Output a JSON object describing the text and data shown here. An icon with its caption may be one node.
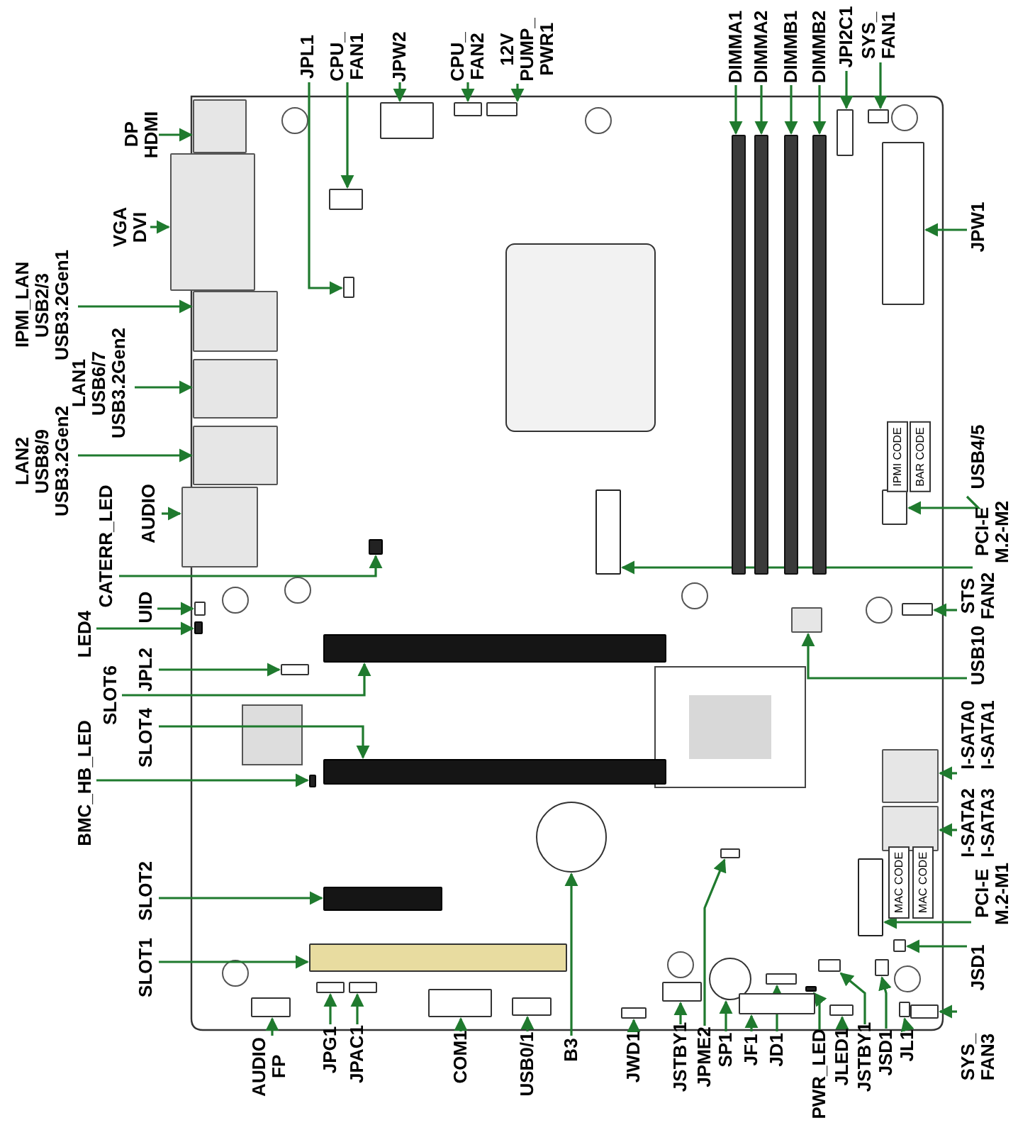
{
  "diagram": {
    "nodes": [
      {
        "text": [
          "DP HDMI"
        ]
      },
      {
        "text": [
          "VGA DVI"
        ]
      },
      {
        "text": [
          "IPMI_LAN USB2/3 USB3.2Gen1"
        ]
      },
      {
        "text": [
          "LAN1 USB6/7 USB3.2Gen2"
        ]
      },
      {
        "text": [
          "LAN2 USB8/9 USB3.2Gen2"
        ]
      },
      {
        "text": [
          "AUDIO"
        ]
      },
      {
        "text": [
          "CATERR_LED"
        ]
      },
      {
        "text": [
          "UID"
        ]
      },
      {
        "text": [
          "LED4"
        ]
      },
      {
        "text": [
          "JPL2"
        ]
      },
      {
        "text": [
          "SLOT6"
        ]
      },
      {
        "text": [
          "SLOT4"
        ]
      },
      {
        "text": [
          "BMC_HB_LED"
        ]
      },
      {
        "text": [
          "SLOT2"
        ]
      },
      {
        "text": [
          "SLOT1"
        ]
      },
      {
        "text": [
          "AUDIO FP"
        ]
      },
      {
        "text": [
          "JPG1"
        ]
      },
      {
        "text": [
          "JPAC1"
        ]
      },
      {
        "text": [
          "COM1"
        ]
      },
      {
        "text": [
          "USB0/1"
        ]
      },
      {
        "text": [
          "B3"
        ]
      },
      {
        "text": [
          "JWD1"
        ]
      },
      {
        "text": [
          "JSTBY1"
        ]
      },
      {
        "text": [
          "JPME2"
        ]
      },
      {
        "text": [
          "SP1"
        ]
      },
      {
        "text": [
          "JF1"
        ]
      },
      {
        "text": [
          "JD1"
        ]
      },
      {
        "text": [
          "PWR_LED"
        ]
      },
      {
        "text": [
          "JLED1"
        ]
      },
      {
        "text": [
          "JSTBY1"
        ]
      },
      {
        "text": [
          "JSD1"
        ]
      },
      {
        "text": [
          "JL1"
        ]
      },
      {
        "text": [
          "SYS_ FAN3"
        ]
      },
      {
        "text": [
          "JSD1"
        ]
      },
      {
        "text": [
          "PCI-E M.2-M1"
        ]
      },
      {
        "text": [
          "I-SATA2 I-SATA3"
        ]
      },
      {
        "text": [
          "I-SATA0 I-SATA1"
        ]
      },
      {
        "text": [
          "USB10"
        ]
      },
      {
        "text": [
          "STS FAN2"
        ]
      },
      {
        "text": [
          "PCI-E M.2-M2"
        ]
      },
      {
        "text": [
          "USB4/5"
        ]
      },
      {
        "text": [
          "JPW1"
        ]
      },
      {
        "text": [
          "SYS_ FAN1"
        ]
      },
      {
        "text": [
          "JPI2C1"
        ]
      },
      {
        "text": [
          "DIMMB2"
        ]
      },
      {
        "text": [
          "DIMMB1"
        ]
      },
      {
        "text": [
          "DIMMA2"
        ]
      },
      {
        "text": [
          "DIMMA1"
        ]
      },
      {
        "text": [
          "12V PUMP_ PWR1"
        ]
      },
      {
        "text": [
          "CPU_ FAN2"
        ]
      },
      {
        "text": [
          "JPW2"
        ]
      },
      {
        "text": [
          "CPU_ FAN1"
        ]
      },
      {
        "text": [
          "JPL1"
        ]
      },
      {
        "text": [],
        "shape": "box"
      },
      {
        "text": [],
        "shape": "box"
      },
      {
        "text": [],
        "shape": "box"
      },
      {
        "text": [],
        "shape": "box"
      },
      {
        "text": [],
        "shape": "box"
      },
      {
        "text": [],
        "shape": "box"
      },
      {
        "text": [],
        "shape": "box"
      },
      {
        "text": [],
        "shape": "box"
      },
      {
        "text": [],
        "shape": "box"
      },
      {
        "text": [],
        "shape": "box"
      },
      {
        "text": [],
        "shape": "box"
      },
      {
        "text": [],
        "shape": "box"
      },
      {
        "text": [],
        "shape": "box"
      },
      {
        "text": [],
        "shape": "box"
      },
      {
        "text": [],
        "shape": "box"
      },
      {
        "text": [],
        "shape": "box"
      },
      {
        "text": [],
        "shape": "box"
      },
      {
        "text": [],
        "shape": "box"
      },
      {
        "text": [],
        "shape": "box"
      },
      {
        "text": [],
        "shape": "box"
      },
      {
        "text": [],
        "shape": "circle"
      },
      {
        "text": [],
        "shape": "box"
      },
      {
        "text": [],
        "shape": "box"
      },
      {
        "text": [],
        "shape": "box"
      },
      {
        "text": [],
        "shape": "circle"
      },
      {
        "text": [],
        "shape": "box"
      },
      {
        "text": [],
        "shape": "box"
      },
      {
        "text": [],
        "shape": "box"
      },
      {
        "text": [],
        "shape": "box"
      },
      {
        "text": [],
        "shape": "box"
      },
      {
        "text": [],
        "shape": "box"
      },
      {
        "text": [],
        "shape": "box"
      },
      {
        "text": [],
        "shape": "box"
      },
      {
        "text": [],
        "shape": "box"
      },
      {
        "text": [],
        "shape": "box"
      },
      {
        "text": [],
        "shape": "box"
      },
      {
        "text": [],
        "shape": "box"
      },
      {
        "text": [],
        "shape": "box"
      },
      {
        "text": [],
        "shape": "box"
      },
      {
        "text": [],
        "shape": "box"
      },
      {
        "text": [],
        "shape": "box"
      },
      {
        "text": [],
        "shape": "box"
      },
      {
        "text": [],
        "shape": "box"
      },
      {
        "text": [],
        "shape": "box"
      },
      {
        "text": [],
        "shape": "box"
      },
      {
        "text": [],
        "shape": "box"
      },
      {
        "text": [],
        "shape": "box"
      },
      {
        "text": [],
        "shape": "box"
      },
      {
        "text": [],
        "shape": "box"
      },
      {
        "text": [],
        "shape": "box"
      },
      {
        "text": [],
        "shape": "box"
      },
      {
        "text": [],
        "shape": "box"
      },
      {
        "text": [],
        "shape": "box"
      }
    ],
    "edges": [
      {
        "from": 0,
        "to": 53,
        "arrow": "to"
      },
      {
        "from": 1,
        "to": 54,
        "arrow": "to"
      },
      {
        "from": 2,
        "to": 55,
        "arrow": "to"
      },
      {
        "from": 3,
        "to": 56,
        "arrow": "to"
      },
      {
        "from": 4,
        "to": 57,
        "arrow": "to"
      },
      {
        "from": 5,
        "to": 58,
        "arrow": "to"
      },
      {
        "from": 6,
        "to": 59,
        "arrow": "to"
      },
      {
        "from": 7,
        "to": 60,
        "arrow": "to"
      },
      {
        "from": 8,
        "to": 61,
        "arrow": "to"
      },
      {
        "from": 9,
        "to": 62,
        "arrow": "to"
      },
      {
        "from": 10,
        "to": 63,
        "arrow": "to"
      },
      {
        "from": 11,
        "to": 64,
        "arrow": "to"
      },
      {
        "from": 12,
        "to": 65,
        "arrow": "to"
      },
      {
        "from": 13,
        "to": 66,
        "arrow": "to"
      },
      {
        "from": 14,
        "to": 67,
        "arrow": "to"
      },
      {
        "from": 15,
        "to": 68,
        "arrow": "to"
      },
      {
        "from": 16,
        "to": 69,
        "arrow": "to"
      },
      {
        "from": 17,
        "to": 70,
        "arrow": "to"
      },
      {
        "from": 18,
        "to": 71,
        "arrow": "to"
      },
      {
        "from": 19,
        "to": 72,
        "arrow": "to"
      },
      {
        "from": 20,
        "to": 73,
        "arrow": "to"
      },
      {
        "from": 21,
        "to": 74,
        "arrow": "to"
      },
      {
        "from": 22,
        "to": 75,
        "arrow": "to"
      },
      {
        "from": 23,
        "to": 76,
        "arrow": "to"
      },
      {
        "from": 24,
        "to": 77,
        "arrow": "to"
      },
      {
        "from": 25,
        "to": 78,
        "arrow": "to"
      },
      {
        "from": 26,
        "to": 79,
        "arrow": "to"
      },
      {
        "from": 27,
        "to": 80,
        "arrow": "to"
      },
      {
        "from": 28,
        "to": 81,
        "arrow": "to"
      },
      {
        "from": 29,
        "to": 82,
        "arrow": "to"
      },
      {
        "from": 30,
        "to": 83,
        "arrow": "to"
      },
      {
        "from": 31,
        "to": 84,
        "arrow": "to"
      },
      {
        "from": 32,
        "to": 85,
        "arrow": "to"
      },
      {
        "from": 33,
        "to": 86,
        "arrow": "to"
      },
      {
        "from": 34,
        "to": 87,
        "arrow": "to"
      },
      {
        "from": 35,
        "to": 88,
        "arrow": "to"
      },
      {
        "from": 36,
        "to": 89,
        "arrow": "to"
      },
      {
        "from": 37,
        "to": 90,
        "arrow": "to"
      },
      {
        "from": 38,
        "to": 91,
        "arrow": "to"
      },
      {
        "from": 39,
        "to": 92,
        "arrow": "to"
      },
      {
        "from": 40,
        "to": 93,
        "arrow": "to"
      },
      {
        "from": 41,
        "to": 94,
        "arrow": "to"
      },
      {
        "from": 42,
        "to": 95,
        "arrow": "to"
      },
      {
        "from": 43,
        "to": 96,
        "arrow": "to"
      },
      {
        "from": 44,
        "to": 97,
        "arrow": "to"
      },
      {
        "from": 45,
        "to": 98,
        "arrow": "to"
      },
      {
        "from": 46,
        "to": 99,
        "arrow": "to"
      },
      {
        "from": 47,
        "to": 100,
        "arrow": "to"
      },
      {
        "from": 48,
        "to": 101,
        "arrow": "to"
      },
      {
        "from": 49,
        "to": 102,
        "arrow": "to"
      },
      {
        "from": 50,
        "to": 103,
        "arrow": "to"
      },
      {
        "from": 51,
        "to": 104,
        "arrow": "to"
      },
      {
        "from": 52,
        "to": 105,
        "arrow": "to"
      }
    ],
    "labels": [
      "IPMI CODE",
      "BAR CODE",
      "MAC CODE",
      "MAC CODE"
    ]
  }
}
